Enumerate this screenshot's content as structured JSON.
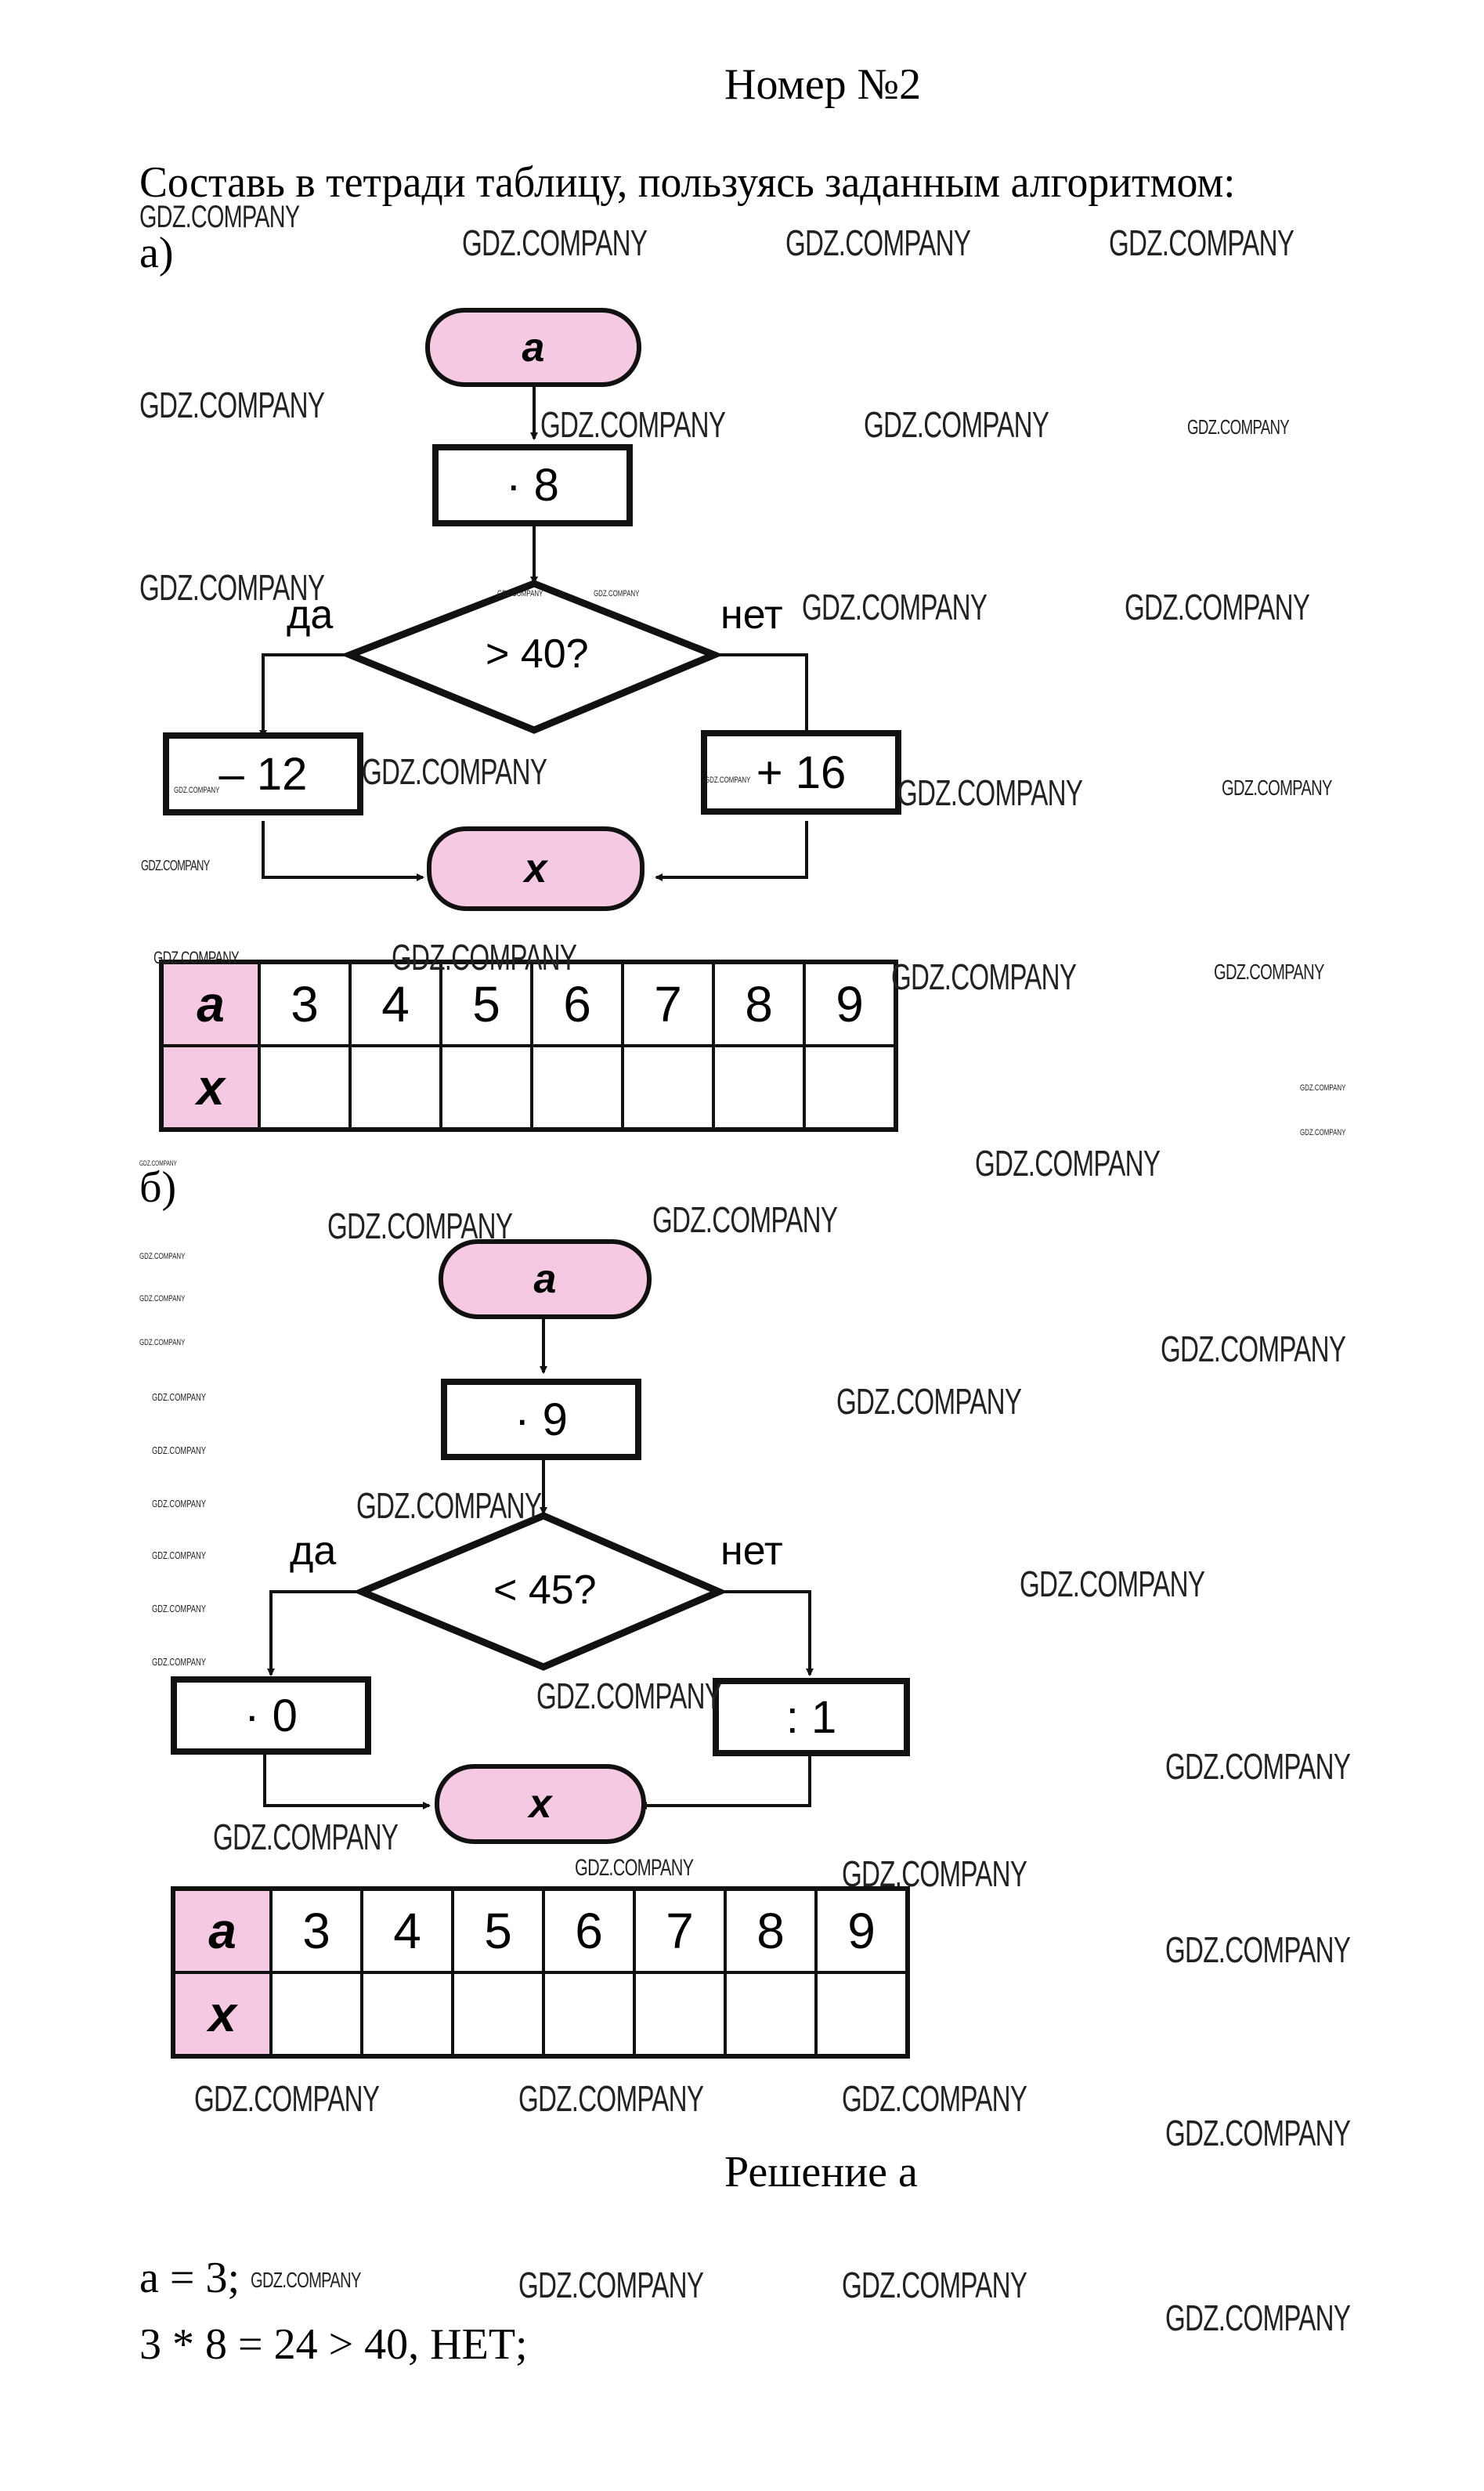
{
  "page": {
    "title": "Номер №2",
    "task": "Составь в тетради таблицу, пользуясь заданным алгоритмом:",
    "section_a_label": "а)",
    "section_b_label": "б)",
    "solution_title": "Решение а",
    "solution_lines": [
      "a = 3;",
      "3 * 8 = 24 > 40, НЕТ;"
    ]
  },
  "watermark": "GDZ.COMPANY",
  "colors": {
    "terminal_fill": "#f6c9e2",
    "stroke": "#111111"
  },
  "flowchart_a": {
    "start": "a",
    "step": "· 8",
    "condition": "> 40?",
    "yes_label": "да",
    "no_label": "нет",
    "yes_step": "– 12",
    "no_step": "+ 16",
    "end": "x"
  },
  "table_a": {
    "row_a_header": "a",
    "row_x_header": "x",
    "a_values": [
      "3",
      "4",
      "5",
      "6",
      "7",
      "8",
      "9"
    ],
    "x_values": [
      "",
      "",
      "",
      "",
      "",
      "",
      ""
    ]
  },
  "flowchart_b": {
    "start": "a",
    "step": "· 9",
    "condition": "< 45?",
    "yes_label": "да",
    "no_label": "нет",
    "yes_step": "· 0",
    "no_step": ": 1",
    "end": "x"
  },
  "table_b": {
    "row_a_header": "a",
    "row_x_header": "x",
    "a_values": [
      "3",
      "4",
      "5",
      "6",
      "7",
      "8",
      "9"
    ],
    "x_values": [
      "",
      "",
      "",
      "",
      "",
      "",
      ""
    ]
  }
}
